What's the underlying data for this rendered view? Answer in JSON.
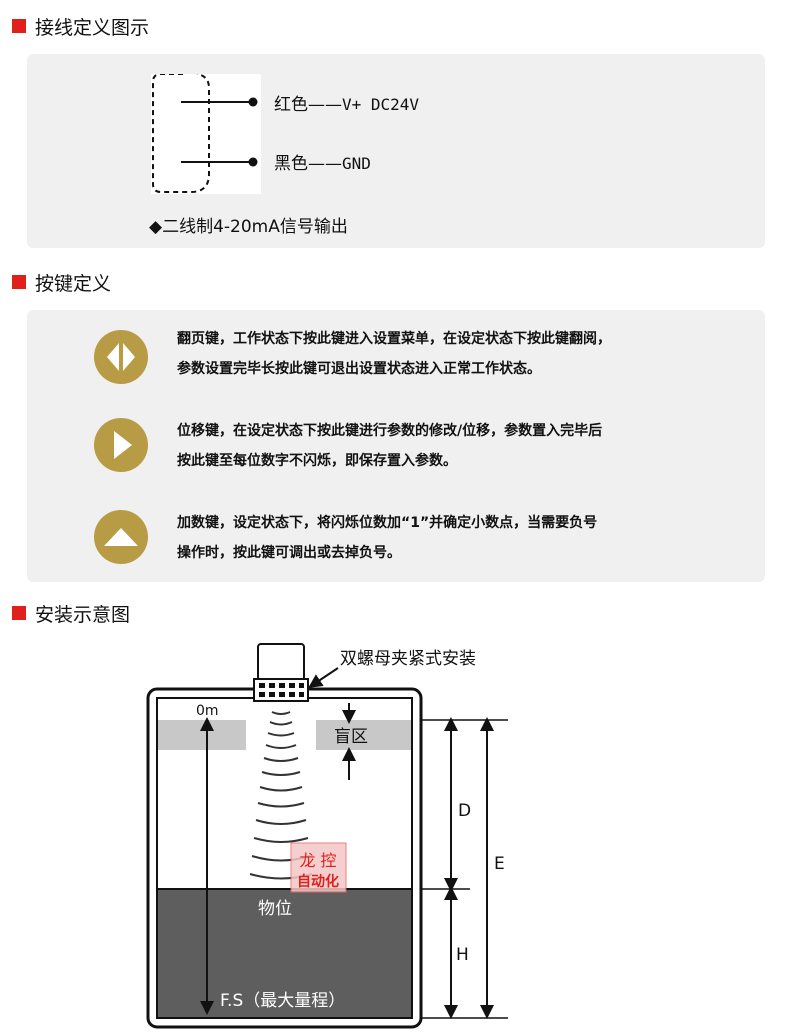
{
  "sections": {
    "wiring_title": "接线定义图示",
    "keys_title": "按键定义",
    "install_title": "安装示意图"
  },
  "wiring": {
    "wire1_color": "红色",
    "wire1_value": "V+ DC24V",
    "wire2_color": "黑色",
    "wire2_value": "GND",
    "dash": "——",
    "signal_note": "◆二线制4-20mA信号输出"
  },
  "keys": [
    {
      "icon": "left-right-arrows-icon",
      "line1": "翻页键，工作状态下按此键进入设置菜单，在设定状态下按此键翻阅，",
      "line2": "参数设置完毕长按此键可退出设置状态进入正常工作状态。"
    },
    {
      "icon": "right-arrow-icon",
      "line1": "位移键，在设定状态下按此键进行参数的修改/位移，参数置入完毕后",
      "line2": "按此键至每位数字不闪烁，即保存置入参数。"
    },
    {
      "icon": "up-arrow-icon",
      "line1": "加数键，设定状态下，将闪烁位数加“1”并确定小数点，当需要负号",
      "line2": "操作时，按此键可调出或去掉负号。"
    }
  ],
  "install": {
    "mount_label": "双螺母夹紧式安装",
    "zero_label": "0m",
    "blind_label": "盲区",
    "level_label": "物位",
    "fs_label": "F.S（最大量程）",
    "d_label": "D",
    "e_label": "E",
    "h_label": "H",
    "watermark_line1": "龙 控",
    "watermark_line2": "自动化"
  },
  "colors": {
    "accent": "#e0201b",
    "key_gold": "#b79c45",
    "panel_bg": "#f0f0f0",
    "liquid": "#5e5e5e",
    "blind_zone": "#c8c8c8"
  }
}
